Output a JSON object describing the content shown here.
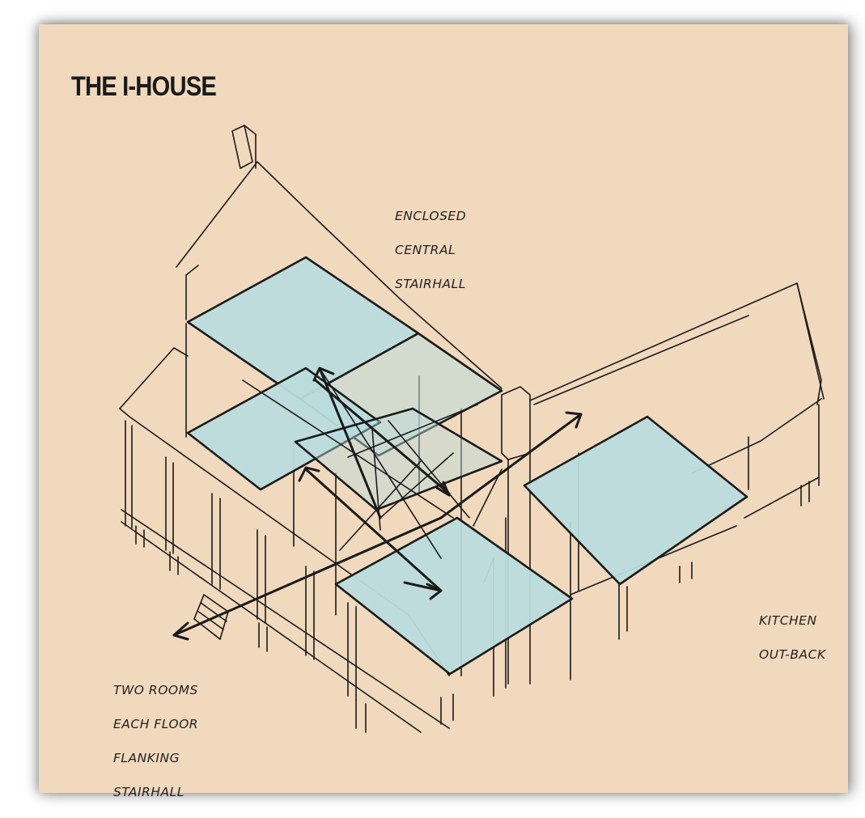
{
  "title": "THE I-HOUSE",
  "annotations": {
    "stairhall": [
      "ENCLOSED",
      "CENTRAL",
      "STAIRHALL"
    ],
    "kitchen": [
      "KITCHEN",
      "OUT-BACK"
    ],
    "rooms": [
      "TWO ROOMS",
      "EACH FLOOR",
      "FLANKING",
      "STAIRHALL"
    ]
  },
  "colors": {
    "paper": "#f1d9bd",
    "floor_fill": "#b9dcdc",
    "ink": "#1a1a1a"
  }
}
